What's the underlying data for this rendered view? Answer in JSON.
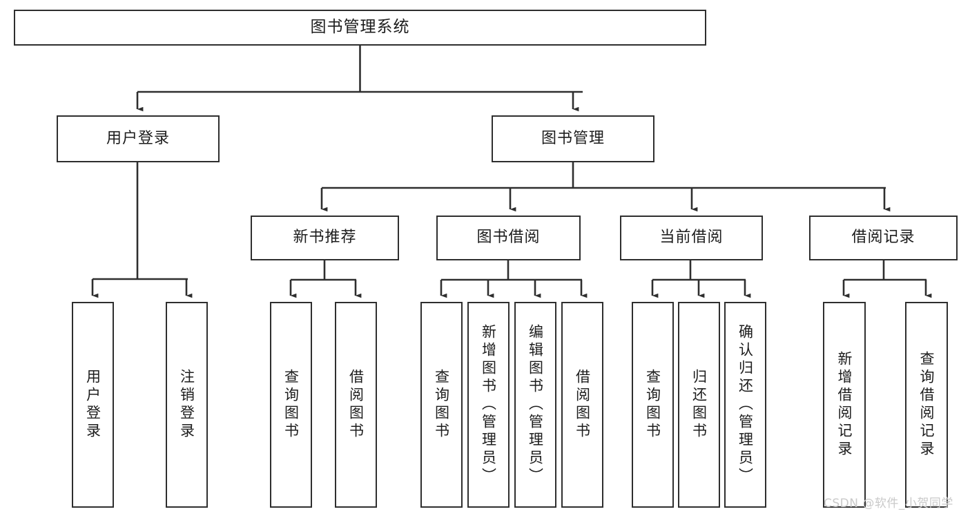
{
  "diagram": {
    "type": "tree-hierarchy-chart",
    "title": "图书管理系统",
    "line_color": "#2e2e2e",
    "box_fill": "#ffffff",
    "text_color": "#1c1c1c",
    "watermark": "CSDN @软件_小贺同学",
    "watermark_color": "#c9c9c9",
    "levels": [
      {
        "level": 1,
        "nodes": [
          {
            "id": "root",
            "label": "图书管理系统",
            "orientation": "horizontal"
          }
        ]
      },
      {
        "level": 2,
        "nodes": [
          {
            "id": "login",
            "label": "用户登录",
            "orientation": "horizontal",
            "parent": "root"
          },
          {
            "id": "bookmgmt",
            "label": "图书管理",
            "orientation": "horizontal",
            "parent": "root"
          }
        ]
      },
      {
        "level": 3,
        "nodes": [
          {
            "id": "newbook",
            "label": "新书推荐",
            "orientation": "horizontal",
            "parent": "bookmgmt"
          },
          {
            "id": "borrow",
            "label": "图书借阅",
            "orientation": "horizontal",
            "parent": "bookmgmt"
          },
          {
            "id": "current",
            "label": "当前借阅",
            "orientation": "horizontal",
            "parent": "bookmgmt"
          },
          {
            "id": "record",
            "label": "借阅记录",
            "orientation": "horizontal",
            "parent": "bookmgmt"
          }
        ]
      },
      {
        "level": 4,
        "nodes": [
          {
            "id": "leaf1",
            "label": "用户登录",
            "orientation": "vertical",
            "parent": "login"
          },
          {
            "id": "leaf2",
            "label": "注销登录",
            "orientation": "vertical",
            "parent": "login"
          },
          {
            "id": "leaf3",
            "label": "查询图书",
            "orientation": "vertical",
            "parent": "newbook"
          },
          {
            "id": "leaf4",
            "label": "借阅图书",
            "orientation": "vertical",
            "parent": "newbook"
          },
          {
            "id": "leaf5",
            "label": "查询图书",
            "orientation": "vertical",
            "parent": "borrow"
          },
          {
            "id": "leaf6",
            "label": "新增图书（管理员）",
            "orientation": "vertical",
            "parent": "borrow"
          },
          {
            "id": "leaf7",
            "label": "编辑图书（管理员）",
            "orientation": "vertical",
            "parent": "borrow"
          },
          {
            "id": "leaf8",
            "label": "借阅图书",
            "orientation": "vertical",
            "parent": "borrow"
          },
          {
            "id": "leaf9",
            "label": "查询图书",
            "orientation": "vertical",
            "parent": "current"
          },
          {
            "id": "leaf10",
            "label": "归还图书",
            "orientation": "vertical",
            "parent": "current"
          },
          {
            "id": "leaf11",
            "label": "确认归还（管理员）",
            "orientation": "vertical",
            "parent": "current"
          },
          {
            "id": "leaf12",
            "label": "新增借阅记录",
            "orientation": "vertical",
            "parent": "record"
          },
          {
            "id": "leaf13",
            "label": "查询借阅记录",
            "orientation": "vertical",
            "parent": "record"
          }
        ]
      }
    ]
  }
}
